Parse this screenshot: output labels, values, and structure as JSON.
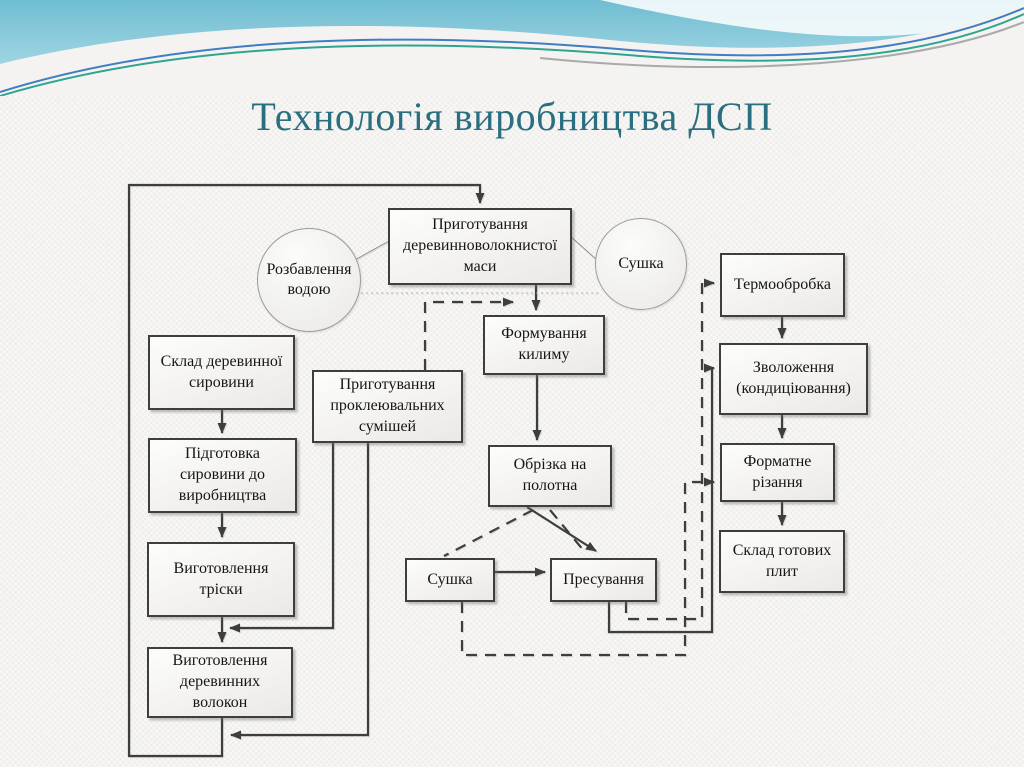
{
  "slide": {
    "title": "Технологія виробництва ДСП"
  },
  "diagram": {
    "nodes": {
      "prep_mass": "Приготування деревинноволокнистої маси",
      "rozbavlennya": "Розбавлення водою",
      "sushka_top": "Сушка",
      "termoobrobka": "Термообробка",
      "form_kylym": "Формування килиму",
      "sklad_syrovyny": "Склад деревинної сировини",
      "prokley": "Приготування проклеювальних сумішей",
      "zvolozhennya": "Зволоження (кондиціювання)",
      "pidhotovka": "Підготовка сировини до виробництва",
      "obrizka": "Обрізка на полотна",
      "formatne": "Форматне різання",
      "vyhot_trisky": "Виготовлення тріски",
      "sushka_bottom": "Сушка",
      "presuvannya": "Пресування",
      "sklad_plyt": "Склад готових плит",
      "vyhot_volokon": "Виготовлення деревинних волокон"
    },
    "colors": {
      "title": "#2a6f80",
      "line": "#3e3e3e",
      "wave_teal": "#7cc5d7",
      "wave_accent_blue": "#3f7ec2",
      "wave_accent_green": "#2ea58e",
      "wave_accent_gray": "#a7abad"
    }
  }
}
